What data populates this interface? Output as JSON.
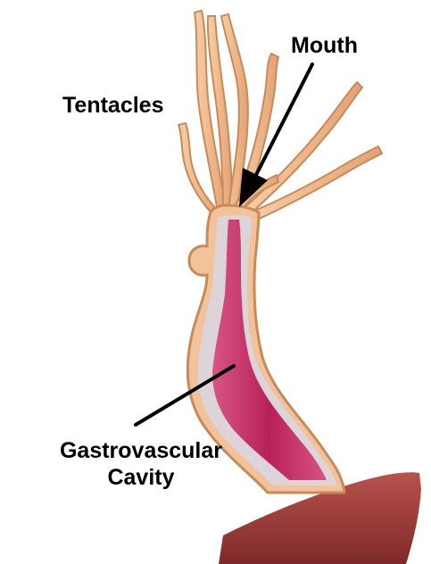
{
  "labels": {
    "tentacles": "Tentacles",
    "mouth": "Mouth",
    "cavity_line1": "Gastrovascular",
    "cavity_line2": "Cavity"
  },
  "colors": {
    "body_wall": "#f2c29a",
    "body_outline": "#c98a5a",
    "gastrodermis": "#d9d2d6",
    "cavity": "#c4336a",
    "substrate": "#a0413e",
    "arrow": "#000000"
  }
}
